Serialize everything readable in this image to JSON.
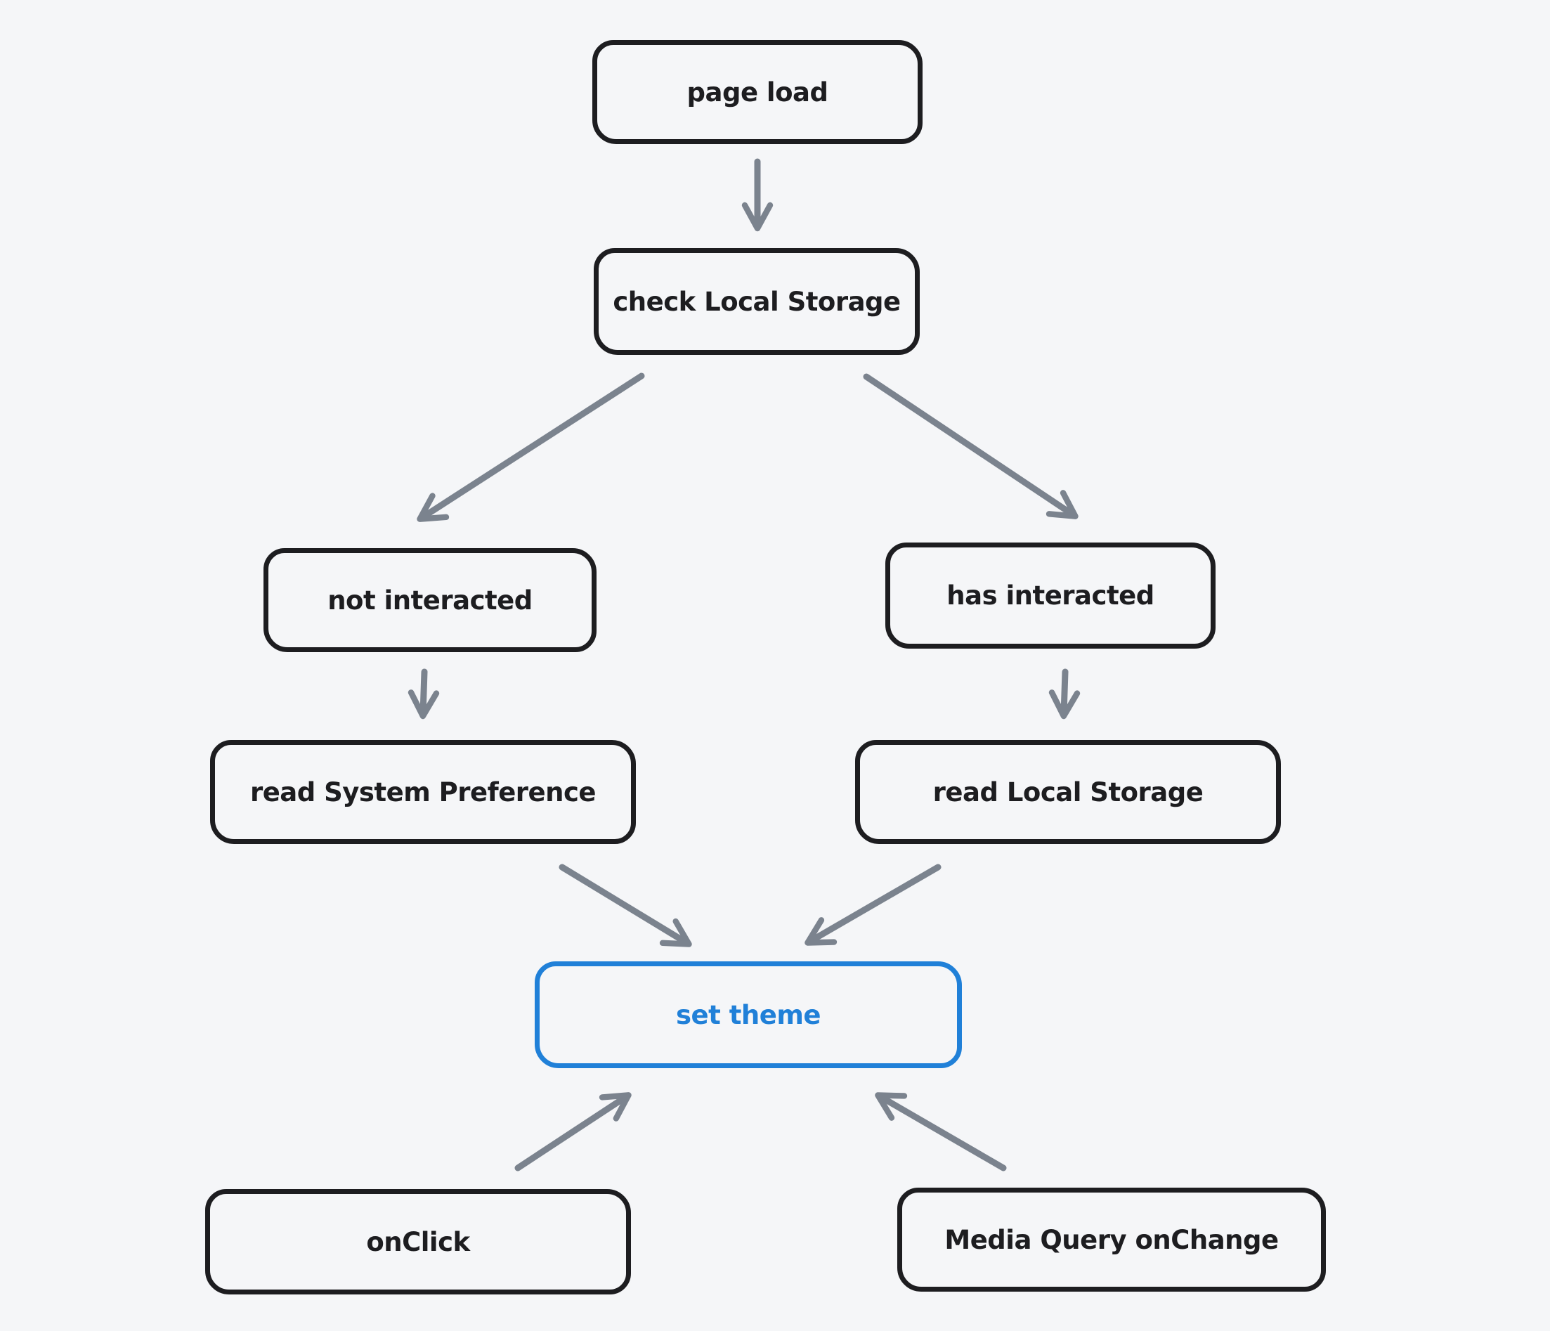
{
  "style": {
    "bg": "#f5f6f8",
    "box_stroke": "#1d1d20",
    "text_color": "#1d1d20",
    "arrow_color": "#7b838e",
    "accent": "#2080d8"
  },
  "nodes": [
    {
      "id": "page-load",
      "label": "page load"
    },
    {
      "id": "check-local-storage",
      "label": "check Local Storage"
    },
    {
      "id": "not-interacted",
      "label": "not interacted"
    },
    {
      "id": "has-interacted",
      "label": "has interacted"
    },
    {
      "id": "read-system-preference",
      "label": "read System Preference"
    },
    {
      "id": "read-local-storage",
      "label": "read Local Storage"
    },
    {
      "id": "set-theme",
      "label": "set theme"
    },
    {
      "id": "onclick",
      "label": "onClick"
    },
    {
      "id": "media-query-onchange",
      "label": "Media Query onChange"
    }
  ],
  "edges": [
    {
      "from": "page load",
      "to": "check Local Storage"
    },
    {
      "from": "check Local Storage",
      "to": "not interacted"
    },
    {
      "from": "check Local Storage",
      "to": "has interacted"
    },
    {
      "from": "not interacted",
      "to": "read System Preference"
    },
    {
      "from": "has interacted",
      "to": "read Local Storage"
    },
    {
      "from": "read System Preference",
      "to": "set theme"
    },
    {
      "from": "read Local Storage",
      "to": "set theme"
    },
    {
      "from": "onClick",
      "to": "set theme"
    },
    {
      "from": "Media Query onChange",
      "to": "set theme"
    }
  ]
}
